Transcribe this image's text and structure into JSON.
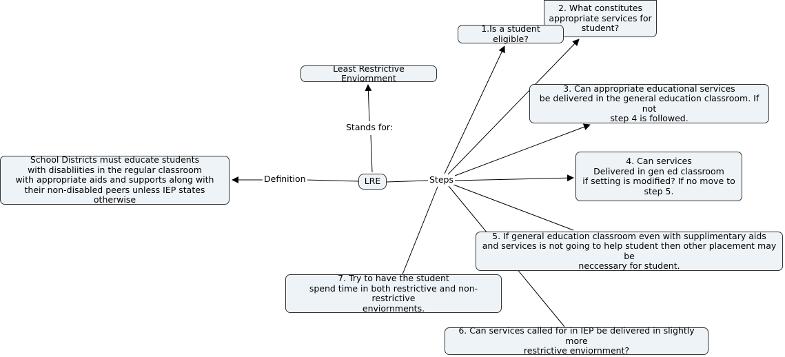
{
  "nodes": {
    "lre": "LRE",
    "least": "Least Restrictive Enviornment",
    "definition_text": [
      "School Districts must educate students",
      "with disabliities in the regular classroom",
      "with appropriate aids and supports along with",
      "their non-disabled peers unless IEP states otherwise"
    ],
    "step1": "1.Is a student eligible?",
    "step2": [
      "2. What constitutes",
      "appropriate services for",
      "student?"
    ],
    "step3": [
      "3. Can appropriate educational services",
      "be delivered in the general education classroom. If not",
      "step 4 is followed."
    ],
    "step4": [
      "4. Can services",
      "Delivered in gen ed classroom",
      "if setting is modified?  If no move to",
      "step 5."
    ],
    "step5": [
      "5. If general education classroom even with supplimentary aids",
      "and services is not going to help student then other placement may be",
      "neccessary for student."
    ],
    "step6": [
      "6. Can services called for in IEP be delivered in slightly more",
      "restrictive enviornment?"
    ],
    "step7": [
      "7. Try to have the student",
      "spend time in both restrictive and non-restrictive",
      "enviornments."
    ]
  },
  "labels": {
    "stands_for": "Stands for:",
    "definition": "Definition",
    "steps": "Steps"
  }
}
